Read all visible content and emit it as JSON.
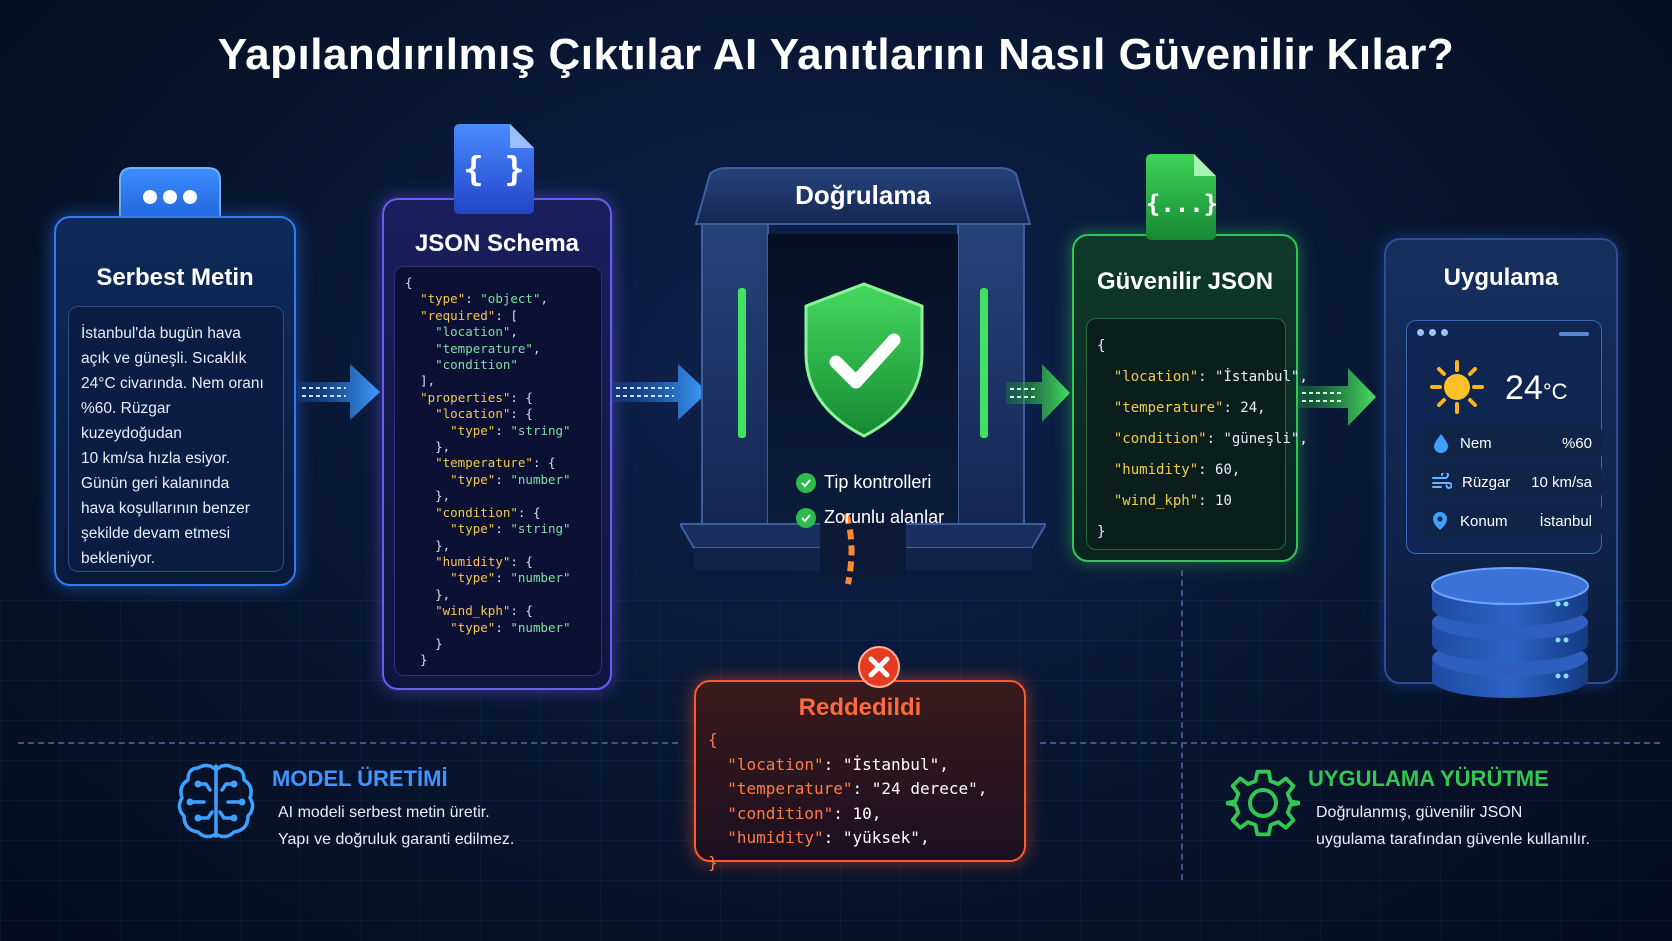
{
  "title": "Yapılandırılmış Çıktılar AI Yanıtlarını Nasıl Güvenilir Kılar?",
  "free_text": {
    "title": "Serbest Metin",
    "lines": [
      "İstanbul'da bugün hava",
      "açık ve güneşli. Sıcaklık",
      "24°C civarında. Nem oranı",
      "%60. Rüzgar kuzeydoğudan",
      "10 km/sa hızla esiyor.",
      "Günün geri kalanında",
      "hava koşullarının benzer",
      "şekilde devam etmesi",
      "bekleniyor."
    ]
  },
  "schema": {
    "icon_label": "{ }",
    "title": "JSON Schema",
    "lines": [
      "{",
      "  \"type\": \"object\",",
      "  \"required\": [",
      "    \"location\",",
      "    \"temperature\",",
      "    \"condition\"",
      "  ],",
      "  \"properties\": {",
      "    \"location\": {",
      "      \"type\": \"string\"",
      "    },",
      "    \"temperature\": {",
      "      \"type\": \"number\"",
      "    },",
      "    \"condition\": {",
      "      \"type\": \"string\"",
      "    },",
      "    \"humidity\": {",
      "      \"type\": \"number\"",
      "    },",
      "    \"wind_kph\": {",
      "      \"type\": \"number\"",
      "    }",
      "  }"
    ]
  },
  "validation": {
    "title": "Doğrulama",
    "checks": [
      "Tip kontrolleri",
      "Zorunlu alanlar"
    ]
  },
  "rejected": {
    "title": "Reddedildi",
    "lines": [
      "{",
      "  \"location\": \"İstanbul\",",
      "  \"temperature\": \"24 derece\",",
      "  \"condition\": 10,",
      "  \"humidity\": \"yüksek\",",
      "}"
    ]
  },
  "reliable": {
    "icon_label": "{...}",
    "title": "Güvenilir JSON",
    "lines": [
      "{",
      "  \"location\": \"İstanbul\",",
      "  \"temperature\": 24,",
      "  \"condition\": \"güneşli\",",
      "  \"humidity\": 60,",
      "  \"wind_kph\": 10",
      "}"
    ]
  },
  "app": {
    "title": "Uygulama",
    "temp": "24",
    "unit": "°C",
    "rows": [
      {
        "icon": "droplet-icon",
        "label": "Nem",
        "value": "%60"
      },
      {
        "icon": "wind-icon",
        "label": "Rüzgar",
        "value": "10 km/sa"
      },
      {
        "icon": "location-pin-icon",
        "label": "Konum",
        "value": "İstanbul"
      }
    ]
  },
  "footer_left": {
    "heading": "MODEL ÜRETİMİ",
    "line1": "AI modeli serbest metin üretir.",
    "line2": "Yapı ve doğruluk garanti edilmez."
  },
  "footer_right": {
    "heading": "UYGULAMA YÜRÜTME",
    "line1": "Doğrulanmış, güvenilir JSON",
    "line2": "uygulama tarafından güvenle kullanılır."
  },
  "colors": {
    "blue": "#2f7cf6",
    "purple": "#6a5cf0",
    "green": "#34c653",
    "red": "#ff5a2c"
  }
}
